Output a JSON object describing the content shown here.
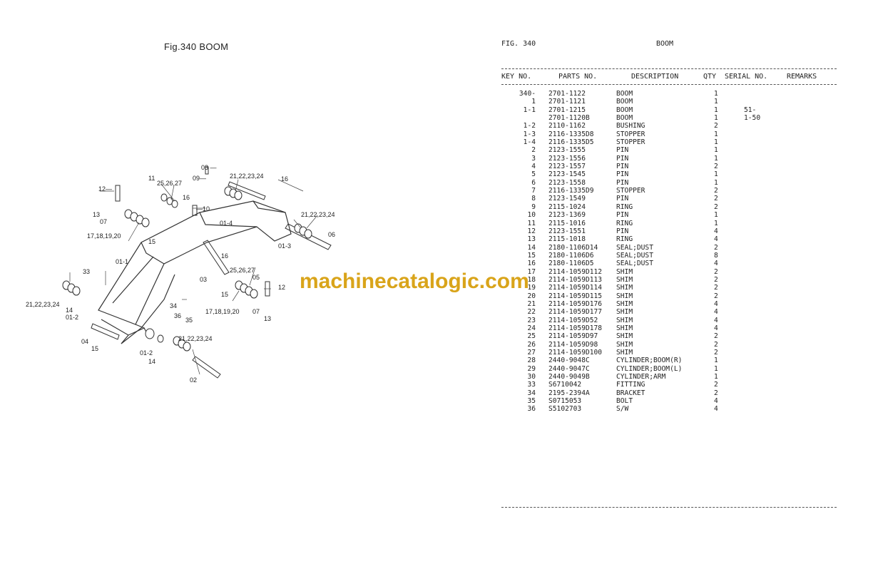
{
  "left_title": "Fig.340  BOOM",
  "fig_label": "FIG. 340",
  "section_title": "BOOM",
  "headers": {
    "key_no": "KEY NO.",
    "parts_no": "PARTS NO.",
    "description": "DESCRIPTION",
    "qty": "QTY",
    "serial_no": "SERIAL NO.",
    "remarks": "REMARKS"
  },
  "parts": [
    {
      "key": "340-",
      "part": "2701-1122",
      "desc": "BOOM",
      "qty": "1",
      "serial": ""
    },
    {
      "key": "1",
      "part": "2701-1121",
      "desc": "BOOM",
      "qty": "1",
      "serial": ""
    },
    {
      "key": "1-1",
      "part": "2701-1215",
      "desc": "BOOM",
      "qty": "1",
      "serial": "51-"
    },
    {
      "key": "",
      "part": "2701-1120B",
      "desc": "BOOM",
      "qty": "1",
      "serial": "1-50"
    },
    {
      "key": "1-2",
      "part": "2110-1162",
      "desc": "BUSHING",
      "qty": "2",
      "serial": ""
    },
    {
      "key": "1-3",
      "part": "2116-1335D8",
      "desc": "STOPPER",
      "qty": "1",
      "serial": ""
    },
    {
      "key": "1-4",
      "part": "2116-1335D5",
      "desc": "STOPPER",
      "qty": "1",
      "serial": ""
    },
    {
      "key": "2",
      "part": "2123-1555",
      "desc": "PIN",
      "qty": "1",
      "serial": ""
    },
    {
      "key": "3",
      "part": "2123-1556",
      "desc": "PIN",
      "qty": "1",
      "serial": ""
    },
    {
      "key": "4",
      "part": "2123-1557",
      "desc": "PIN",
      "qty": "2",
      "serial": ""
    },
    {
      "key": "5",
      "part": "2123-1545",
      "desc": "PIN",
      "qty": "1",
      "serial": ""
    },
    {
      "key": "6",
      "part": "2123-1558",
      "desc": "PIN",
      "qty": "1",
      "serial": ""
    },
    {
      "key": "7",
      "part": "2116-1335D9",
      "desc": "STOPPER",
      "qty": "2",
      "serial": ""
    },
    {
      "key": "8",
      "part": "2123-1549",
      "desc": "PIN",
      "qty": "2",
      "serial": ""
    },
    {
      "key": "9",
      "part": "2115-1024",
      "desc": "RING",
      "qty": "2",
      "serial": ""
    },
    {
      "key": "10",
      "part": "2123-1369",
      "desc": "PIN",
      "qty": "1",
      "serial": ""
    },
    {
      "key": "11",
      "part": "2115-1016",
      "desc": "RING",
      "qty": "1",
      "serial": ""
    },
    {
      "key": "12",
      "part": "2123-1551",
      "desc": "PIN",
      "qty": "4",
      "serial": ""
    },
    {
      "key": "13",
      "part": "2115-1018",
      "desc": "RING",
      "qty": "4",
      "serial": ""
    },
    {
      "key": "14",
      "part": "2180-1106D14",
      "desc": "SEAL;DUST",
      "qty": "2",
      "serial": ""
    },
    {
      "key": "15",
      "part": "2180-1106D6",
      "desc": "SEAL;DUST",
      "qty": "8",
      "serial": ""
    },
    {
      "key": "16",
      "part": "2180-1106D5",
      "desc": "SEAL;DUST",
      "qty": "4",
      "serial": ""
    },
    {
      "key": "17",
      "part": "2114-1059D112",
      "desc": "SHIM",
      "qty": "2",
      "serial": ""
    },
    {
      "key": "18",
      "part": "2114-1059D113",
      "desc": "SHIM",
      "qty": "2",
      "serial": ""
    },
    {
      "key": "19",
      "part": "2114-1059D114",
      "desc": "SHIM",
      "qty": "2",
      "serial": ""
    },
    {
      "key": "20",
      "part": "2114-1059D115",
      "desc": "SHIM",
      "qty": "2",
      "serial": ""
    },
    {
      "key": "21",
      "part": "2114-1059D176",
      "desc": "SHIM",
      "qty": "4",
      "serial": ""
    },
    {
      "key": "22",
      "part": "2114-1059D177",
      "desc": "SHIM",
      "qty": "4",
      "serial": ""
    },
    {
      "key": "23",
      "part": "2114-1059D52",
      "desc": "SHIM",
      "qty": "4",
      "serial": ""
    },
    {
      "key": "24",
      "part": "2114-1059D178",
      "desc": "SHIM",
      "qty": "4",
      "serial": ""
    },
    {
      "key": "25",
      "part": "2114-1059D97",
      "desc": "SHIM",
      "qty": "2",
      "serial": ""
    },
    {
      "key": "26",
      "part": "2114-1059D98",
      "desc": "SHIM",
      "qty": "2",
      "serial": ""
    },
    {
      "key": "27",
      "part": "2114-1059D100",
      "desc": "SHIM",
      "qty": "2",
      "serial": ""
    },
    {
      "key": "28",
      "part": "2440-9048C",
      "desc": "CYLINDER;BOOM(R)",
      "qty": "1",
      "serial": ""
    },
    {
      "key": "29",
      "part": "2440-9047C",
      "desc": "CYLINDER;BOOM(L)",
      "qty": "1",
      "serial": ""
    },
    {
      "key": "30",
      "part": "2440-9049B",
      "desc": "CYLINDER;ARM",
      "qty": "1",
      "serial": ""
    },
    {
      "key": "33",
      "part": "S6710042",
      "desc": "FITTING",
      "qty": "2",
      "serial": ""
    },
    {
      "key": "34",
      "part": "2195-2394A",
      "desc": "BRACKET",
      "qty": "2",
      "serial": ""
    },
    {
      "key": "35",
      "part": "S0715053",
      "desc": "BOLT",
      "qty": "4",
      "serial": ""
    },
    {
      "key": "36",
      "part": "S5102703",
      "desc": "S/W",
      "qty": "4",
      "serial": ""
    }
  ],
  "diagram_callouts": [
    "08",
    "09",
    "11",
    "25,26,27",
    "21,22,23,24",
    "16",
    "12",
    "13",
    "07",
    "17,18,19,20",
    "15",
    "10",
    "16",
    "21,22,23,24",
    "06",
    "01-4",
    "01-3",
    "01-1",
    "16",
    "25,26,27",
    "05",
    "03",
    "33",
    "12",
    "15",
    "34",
    "17,18,19,20",
    "07",
    "13",
    "36",
    "35",
    "21,22,23,24",
    "14",
    "01-2",
    "04",
    "15",
    "01-2",
    "14",
    "21,22,23,24",
    "02"
  ],
  "watermark": "machinecatalogic.com"
}
